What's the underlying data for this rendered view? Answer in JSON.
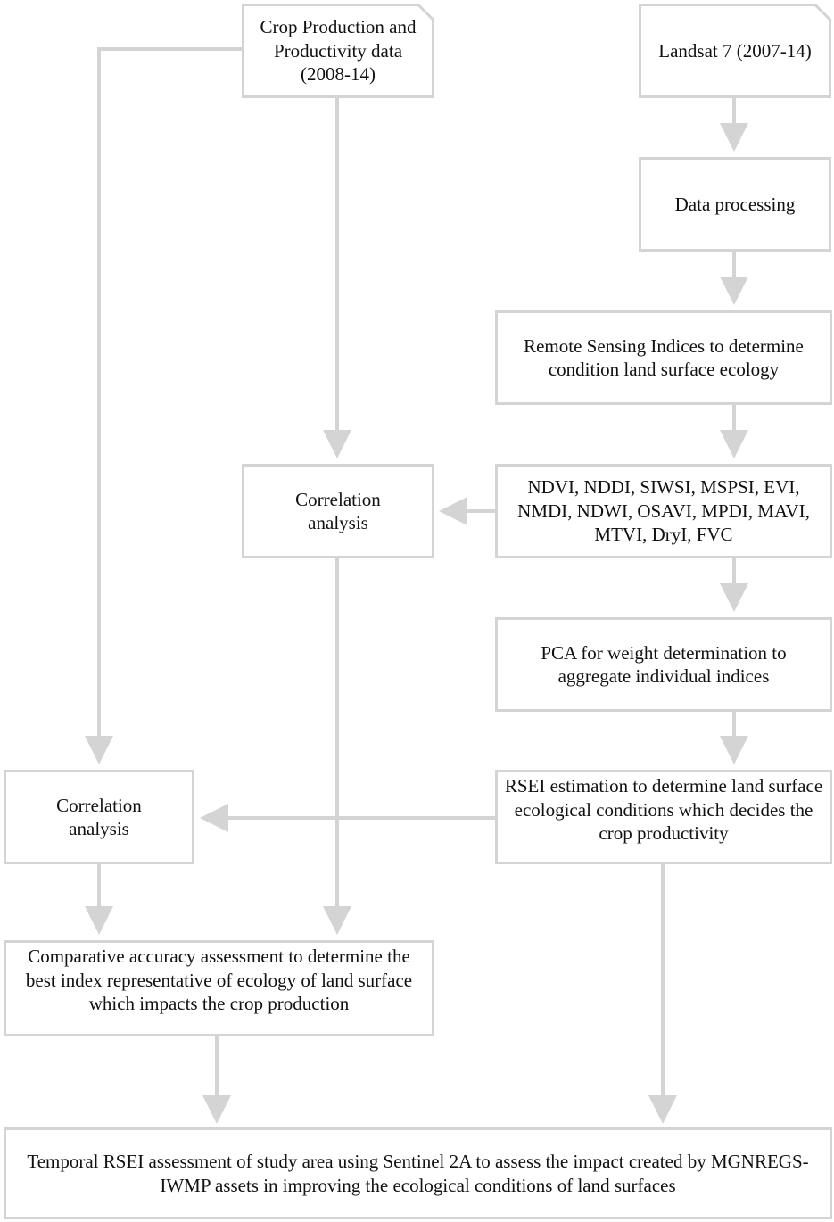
{
  "colors": {
    "line": "#d4d4d4",
    "text": "#111111",
    "background": "#ffffff"
  },
  "nodes": {
    "crop_data": "Crop Production and Productivity data (2008-14)",
    "landsat": "Landsat 7 (2007-14)",
    "data_processing": "Data processing",
    "rs_indices": "Remote Sensing Indices to determine condition land surface ecology",
    "indices_list": "NDVI, NDDI, SIWSI, MSPSI, EVI, NMDI, NDWI, OSAVI, MPDI, MAVI, MTVI, DryI, FVC",
    "correlation_top": "Correlation analysis",
    "pca": "PCA for weight determination to aggregate individual indices",
    "rsei_estimation": "RSEI estimation to determine land surface ecological conditions which decides the crop productivity",
    "correlation_left": "Correlation analysis",
    "comparative": "Comparative accuracy assessment to determine the best index representative of ecology of land surface which impacts the crop production",
    "temporal": "Temporal RSEI assessment of study area using Sentinel 2A to assess the impact created by MGNREGS-IWMP assets in improving the ecological conditions of land surfaces"
  }
}
